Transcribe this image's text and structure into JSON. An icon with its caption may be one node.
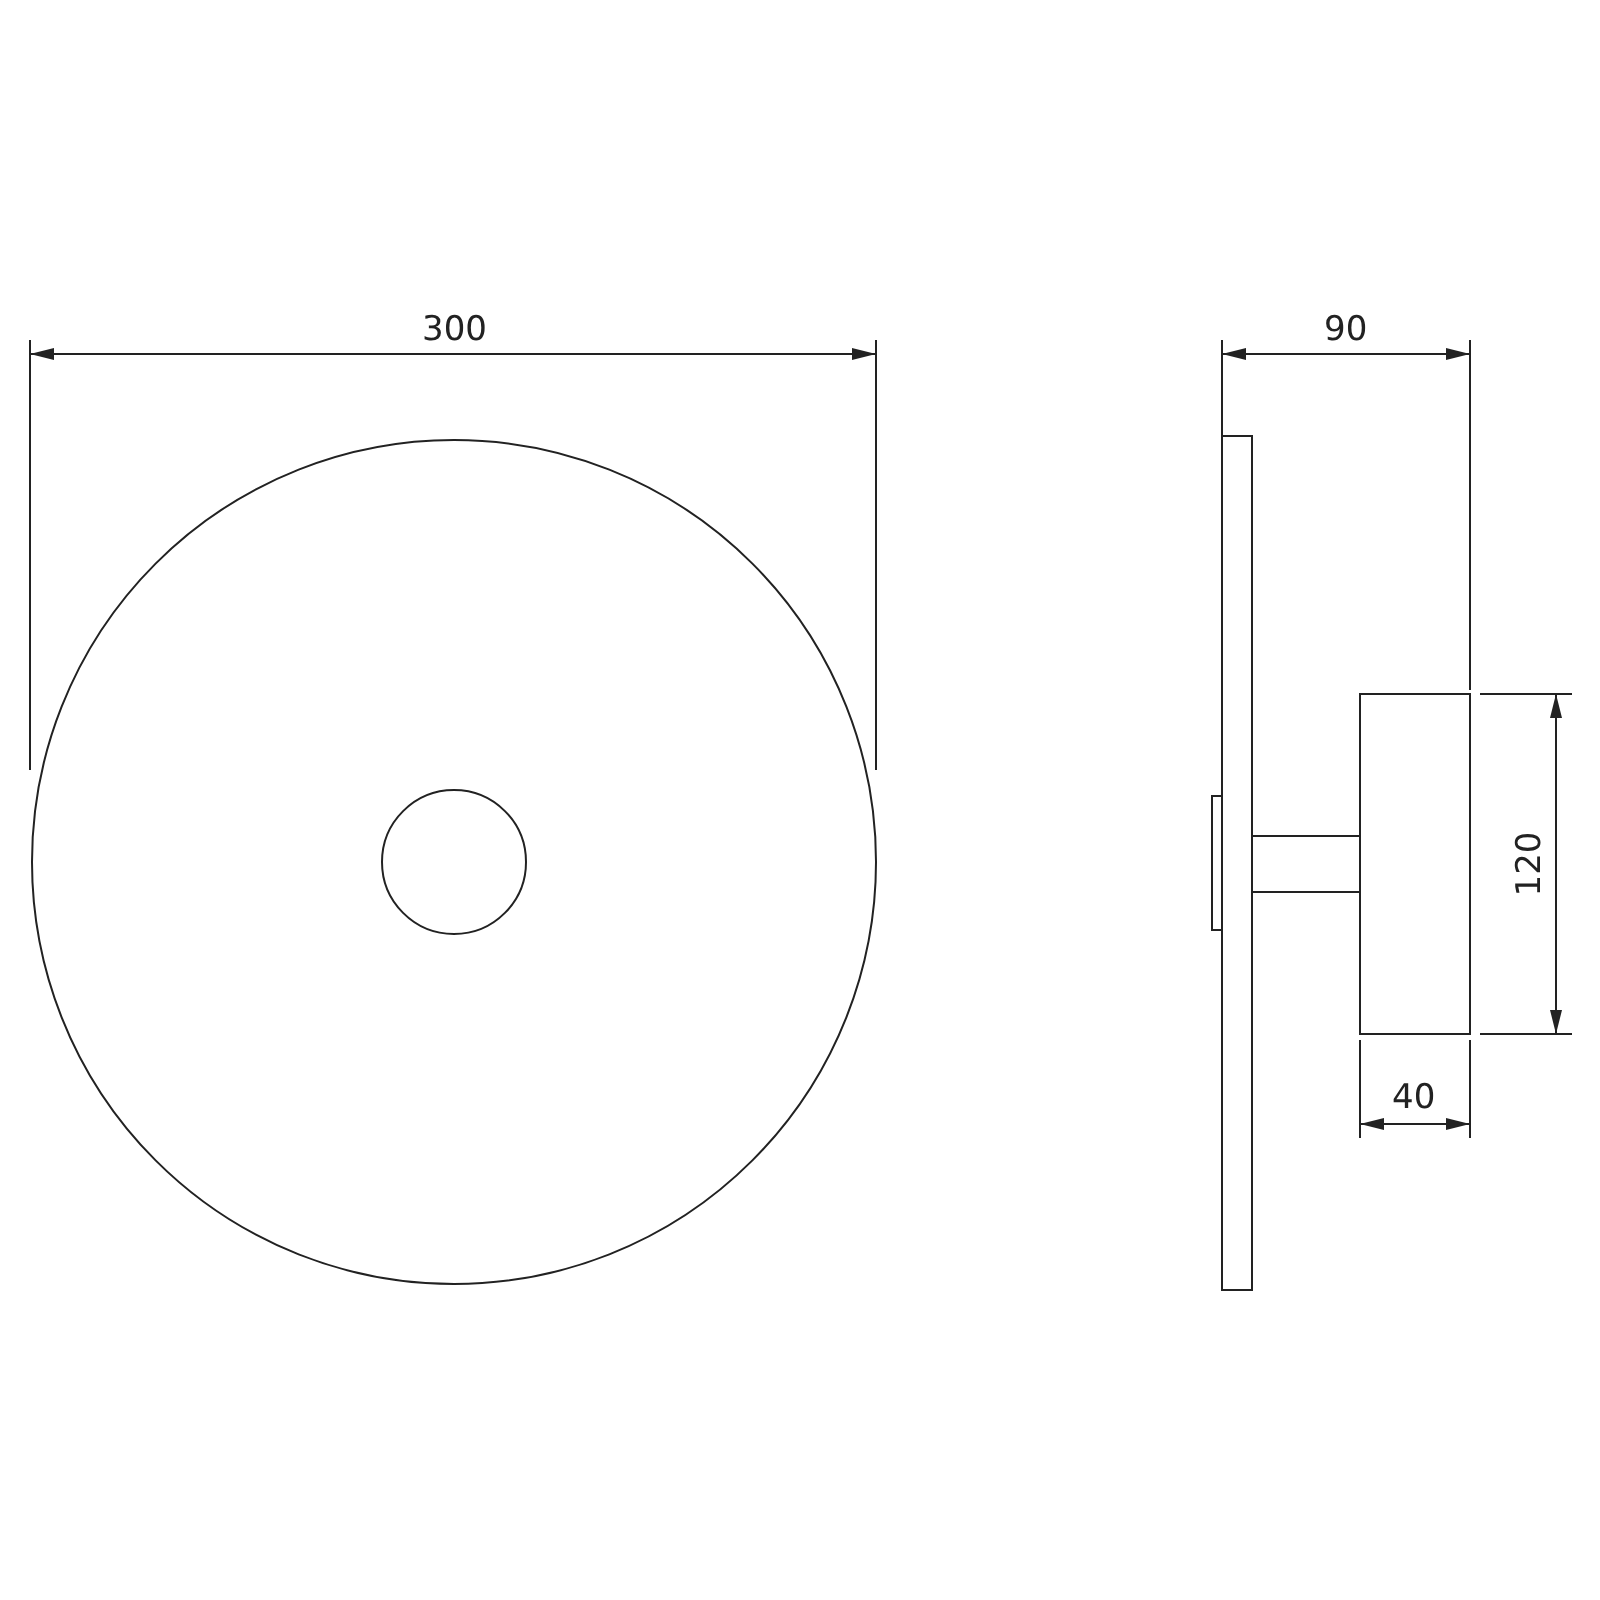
{
  "diagram": {
    "labels": [
      "300",
      "90",
      "120",
      "40"
    ]
  }
}
